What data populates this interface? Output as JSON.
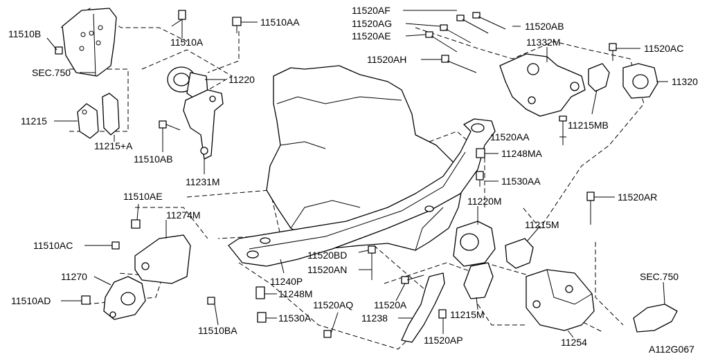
{
  "parts": [
    {
      "id": "p01",
      "label": "11510B"
    },
    {
      "id": "p02",
      "label": "11510A"
    },
    {
      "id": "p03",
      "label": "11510AA"
    },
    {
      "id": "p04",
      "label": "SEC.750"
    },
    {
      "id": "p05",
      "label": "11220"
    },
    {
      "id": "p06",
      "label": "11215"
    },
    {
      "id": "p07",
      "label": "11215+A"
    },
    {
      "id": "p08",
      "label": "11510AB"
    },
    {
      "id": "p09",
      "label": "11231M"
    },
    {
      "id": "p10",
      "label": "11520AF"
    },
    {
      "id": "p11",
      "label": "11520AG"
    },
    {
      "id": "p12",
      "label": "11520AE"
    },
    {
      "id": "p13",
      "label": "11520AB"
    },
    {
      "id": "p14",
      "label": "11332M"
    },
    {
      "id": "p15",
      "label": "11520AC"
    },
    {
      "id": "p16",
      "label": "11520AH"
    },
    {
      "id": "p17",
      "label": "11320"
    },
    {
      "id": "p18",
      "label": "11215MB"
    },
    {
      "id": "p19",
      "label": "11520AA"
    },
    {
      "id": "p20",
      "label": "11248MA"
    },
    {
      "id": "p21",
      "label": "11530AA"
    },
    {
      "id": "p22",
      "label": "11220M"
    },
    {
      "id": "p23",
      "label": "11520AR"
    },
    {
      "id": "p24",
      "label": "11510AE"
    },
    {
      "id": "p25",
      "label": "11274M"
    },
    {
      "id": "p26",
      "label": "11510AC"
    },
    {
      "id": "p27",
      "label": "11270"
    },
    {
      "id": "p28",
      "label": "11510AD"
    },
    {
      "id": "p29",
      "label": "11510BA"
    },
    {
      "id": "p30",
      "label": "11240P"
    },
    {
      "id": "p31",
      "label": "11248M"
    },
    {
      "id": "p32",
      "label": "11530A"
    },
    {
      "id": "p33",
      "label": "11520BD"
    },
    {
      "id": "p34",
      "label": "11520AN"
    },
    {
      "id": "p35",
      "label": "11520AQ"
    },
    {
      "id": "p36",
      "label": "11238"
    },
    {
      "id": "p37",
      "label": "11520A"
    },
    {
      "id": "p38",
      "label": "11520AP"
    },
    {
      "id": "p39",
      "label": "11215M"
    },
    {
      "id": "p40",
      "label": "11215M"
    },
    {
      "id": "p41",
      "label": "11254"
    },
    {
      "id": "p42",
      "label": "SEC.750"
    }
  ],
  "figure_code": "A112G067"
}
